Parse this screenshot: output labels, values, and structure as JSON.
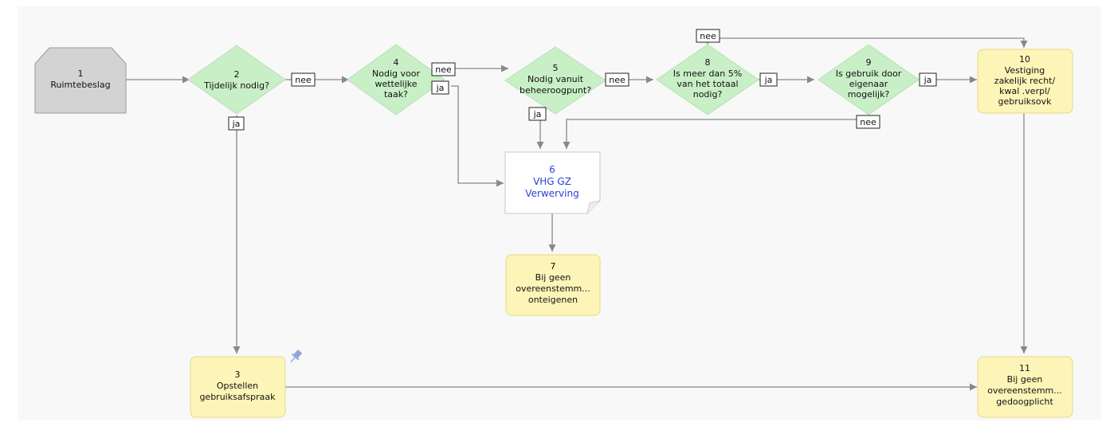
{
  "nodes": {
    "n1": {
      "num": "1",
      "lines": [
        "Ruimtebeslag"
      ]
    },
    "n2": {
      "num": "2",
      "lines": [
        "Tijdelijk nodig?"
      ]
    },
    "n3": {
      "num": "3",
      "lines": [
        "Opstellen",
        "gebruiksafspraak"
      ]
    },
    "n4": {
      "num": "4",
      "lines": [
        "Nodig voor",
        "wettelijke",
        "taak?"
      ]
    },
    "n5": {
      "num": "5",
      "lines": [
        "Nodig vanuit",
        "beheeroogpunt?"
      ]
    },
    "n6": {
      "num": "6",
      "lines": [
        "VHG GZ",
        "Verwerving"
      ]
    },
    "n7": {
      "num": "7",
      "lines": [
        "Bij geen",
        "overeenstemm...",
        "onteigenen"
      ]
    },
    "n8": {
      "num": "8",
      "lines": [
        "Is meer dan 5%",
        "van het totaal",
        "nodig?"
      ]
    },
    "n9": {
      "num": "9",
      "lines": [
        "Is gebruik door",
        "eigenaar",
        "mogelijk?"
      ]
    },
    "n10": {
      "num": "10",
      "lines": [
        "Vestiging",
        "zakelijk recht/",
        "kwal .verpl/",
        "gebruiksovk"
      ]
    },
    "n11": {
      "num": "11",
      "lines": [
        "Bij geen",
        "overeenstemm...",
        "gedoogplicht"
      ]
    }
  },
  "labels": {
    "l2_nee": "nee",
    "l2_ja": "ja",
    "l4_nee": "nee",
    "l4_ja": "ja",
    "l5_nee": "nee",
    "l5_ja": "ja",
    "l8_nee": "nee",
    "l8_ja": "ja",
    "l9_ja": "ja",
    "l9_nee": "nee"
  },
  "colors": {
    "start_fill": "#d3d3d3",
    "start_stroke": "#9a9a9a",
    "decision_fill": "#c9efc6",
    "task_fill": "#fdf5b8",
    "task_stroke": "#e3d88a",
    "doc_text": "#2a3fd6",
    "arrow": "#888888",
    "pin": "#8fa4d8"
  },
  "icons": {
    "pin": "pin-icon"
  }
}
